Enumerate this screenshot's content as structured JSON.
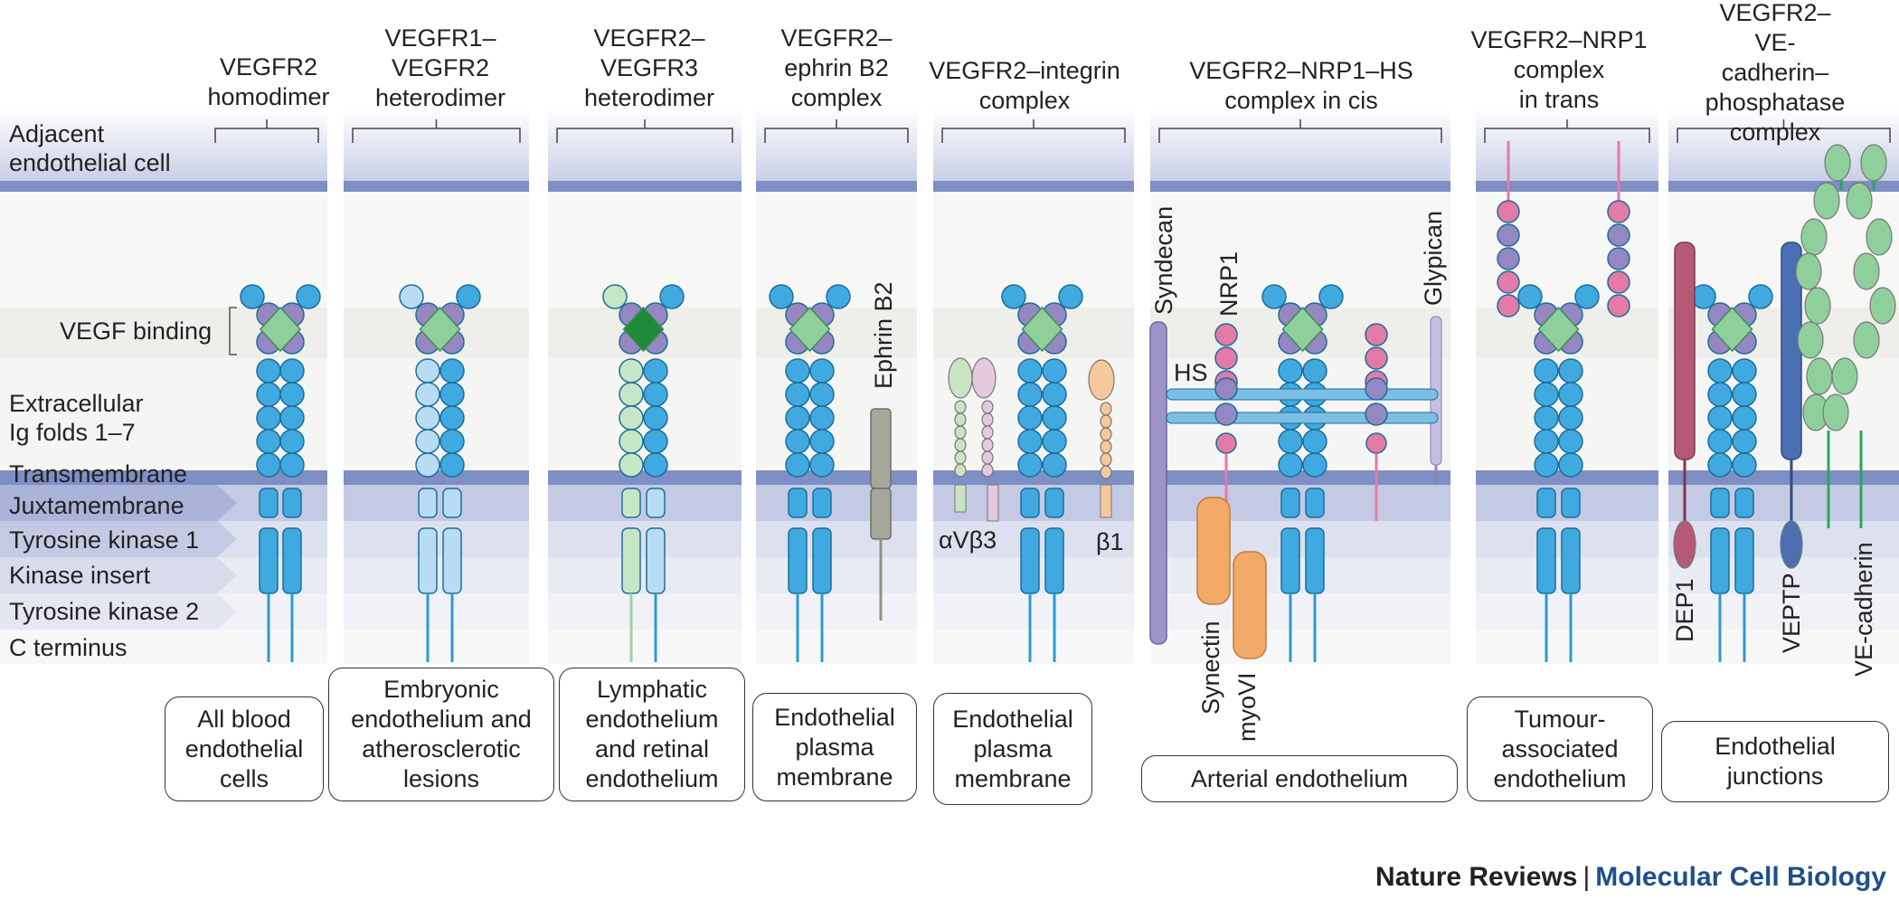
{
  "row_labels": {
    "adjacent": "Adjacent\nendothelial cell",
    "vegf_binding": "VEGF binding",
    "extracellular": "Extracellular\nIg folds 1–7",
    "transmembrane": "Transmembrane",
    "juxtamembrane": "Juxtamembrane",
    "tk1": "Tyrosine kinase 1",
    "kinase_insert": "Kinase insert",
    "tk2": "Tyrosine kinase 2",
    "c_terminus": "C terminus"
  },
  "columns": [
    {
      "title": "VEGFR2\nhomodimer",
      "box": "All blood\nendothelial\ncells"
    },
    {
      "title": "VEGFR1–\nVEGFR2\nheterodimer",
      "box": "Embryonic\nendothelium and\natherosclerotic\nlesions"
    },
    {
      "title": "VEGFR2–\nVEGFR3\nheterodimer",
      "box": "Lymphatic\nendothelium\nand retinal\nendothelium"
    },
    {
      "title": "VEGFR2–\nephrin B2\ncomplex",
      "box": "Endothelial\nplasma\nmembrane"
    },
    {
      "title": "VEGFR2–integrin\ncomplex",
      "box": "Endothelial\nplasma\nmembrane"
    },
    {
      "title": "VEGFR2–NRP1–HS\ncomplex in cis",
      "box": "Arterial endothelium"
    },
    {
      "title": "VEGFR2–NRP1\ncomplex\nin trans",
      "box": "Tumour-\nassociated\nendothelium"
    },
    {
      "title": "VEGFR2–\nVE-cadherin–\nphosphatase\ncomplex",
      "box": "Endothelial\njunctions"
    }
  ],
  "molecule_labels": {
    "ephrin_b2": "Ephrin B2",
    "avb3": "αVβ3",
    "b1": "β1",
    "syndecan": "Syndecan",
    "nrp1": "NRP1",
    "glypican": "Glypican",
    "hs": "HS",
    "synectin": "Synectin",
    "myovi": "myoVI",
    "dep1": "DEP1",
    "veptp": "VEPTP",
    "ve_cadherin": "VE-cadherin"
  },
  "footer": {
    "journal": "Nature Reviews",
    "separator": "|",
    "section": "Molecular Cell Biology"
  },
  "colors": {
    "membrane": "#7d8fc4",
    "ig_blue": "#3fa9e0",
    "ligand_green": "#8fcf9c",
    "purple": "#9487c2",
    "pink": "#e47aa6"
  }
}
